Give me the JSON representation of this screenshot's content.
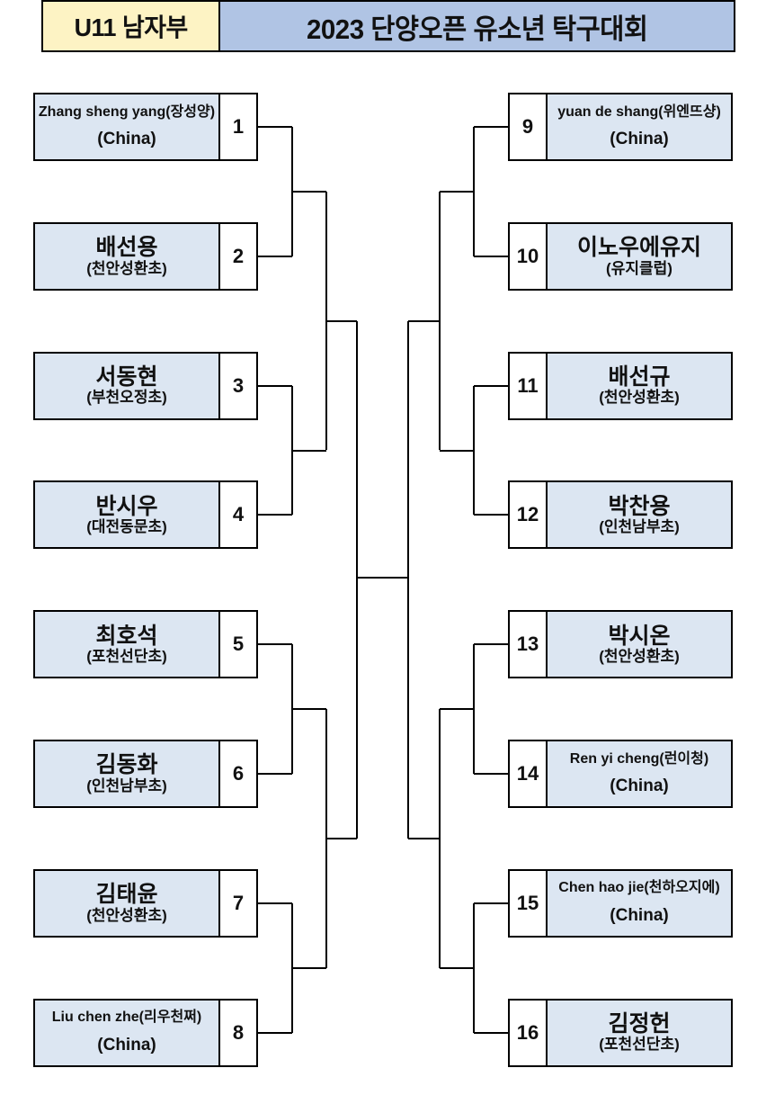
{
  "header": {
    "category": "U11 남자부",
    "title": "2023 단양오픈 유소년 탁구대회"
  },
  "bracket": {
    "type": "single-elimination",
    "rounds": 4,
    "entrant_count": 16,
    "left_side_seeds": [
      1,
      2,
      3,
      4,
      5,
      6,
      7,
      8
    ],
    "right_side_seeds": [
      9,
      10,
      11,
      12,
      13,
      14,
      15,
      16
    ],
    "colors": {
      "slot_fill": "#dce6f2",
      "seed_fill": "#ffffff",
      "header_category_fill": "#fdf3c4",
      "header_title_fill": "#b0c4e4",
      "line": "#000000"
    },
    "entrants": [
      {
        "seed": "1",
        "name": "Zhang sheng yang(장성양)",
        "affiliation": "(China)",
        "style": "en",
        "side": "left"
      },
      {
        "seed": "2",
        "name": "배선용",
        "affiliation": "(천안성환초)",
        "style": "ko",
        "side": "left"
      },
      {
        "seed": "3",
        "name": "서동현",
        "affiliation": "(부천오정초)",
        "style": "ko",
        "side": "left"
      },
      {
        "seed": "4",
        "name": "반시우",
        "affiliation": "(대전동문초)",
        "style": "ko",
        "side": "left"
      },
      {
        "seed": "5",
        "name": "최호석",
        "affiliation": "(포천선단초)",
        "style": "ko",
        "side": "left"
      },
      {
        "seed": "6",
        "name": "김동화",
        "affiliation": "(인천남부초)",
        "style": "ko",
        "side": "left"
      },
      {
        "seed": "7",
        "name": "김태윤",
        "affiliation": "(천안성환초)",
        "style": "ko",
        "side": "left"
      },
      {
        "seed": "8",
        "name": "Liu chen zhe(리우천쩌)",
        "affiliation": "(China)",
        "style": "en",
        "side": "left"
      },
      {
        "seed": "9",
        "name": "yuan de shang(위엔뜨샹)",
        "affiliation": "(China)",
        "style": "en",
        "side": "right"
      },
      {
        "seed": "10",
        "name": "이노우에유지",
        "affiliation": "(유지클럽)",
        "style": "ko",
        "side": "right"
      },
      {
        "seed": "11",
        "name": "배선규",
        "affiliation": "(천안성환초)",
        "style": "ko",
        "side": "right"
      },
      {
        "seed": "12",
        "name": "박찬용",
        "affiliation": "(인천남부초)",
        "style": "ko",
        "side": "right"
      },
      {
        "seed": "13",
        "name": "박시온",
        "affiliation": "(천안성환초)",
        "style": "ko",
        "side": "right"
      },
      {
        "seed": "14",
        "name": "Ren yi cheng(런이청)",
        "affiliation": "(China)",
        "style": "en",
        "side": "right"
      },
      {
        "seed": "15",
        "name": "Chen hao jie(천하오지에)",
        "affiliation": "(China)",
        "style": "en",
        "side": "right"
      },
      {
        "seed": "16",
        "name": "김정헌",
        "affiliation": "(포천선단초)",
        "style": "ko",
        "side": "right"
      }
    ]
  }
}
